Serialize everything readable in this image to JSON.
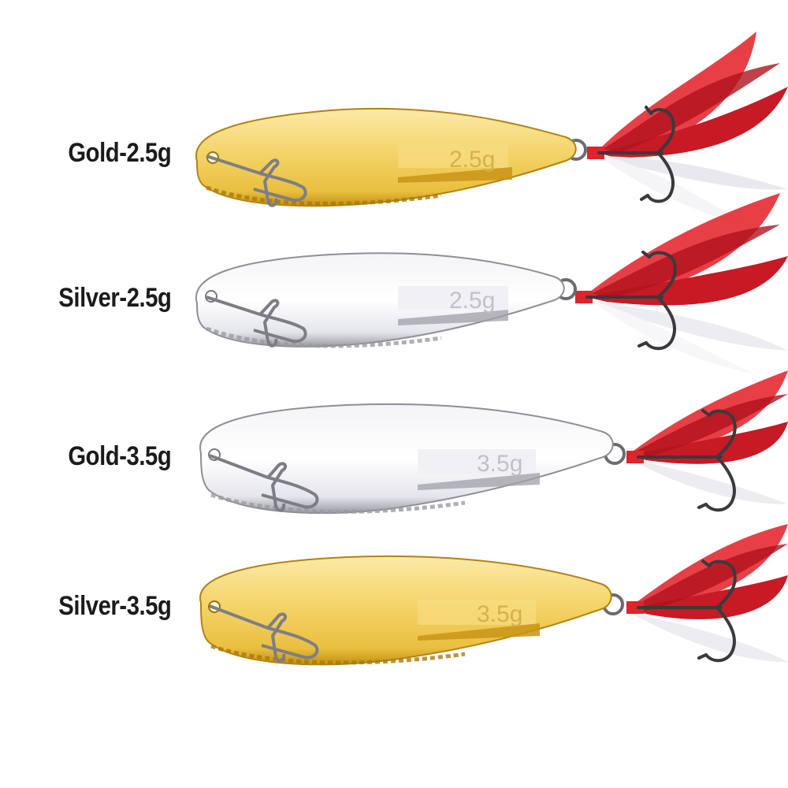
{
  "lures": [
    {
      "label": "Gold-2.5g",
      "weight": "2.5g",
      "finish": "gold"
    },
    {
      "label": "Silver-2.5g",
      "weight": "2.5g",
      "finish": "silver"
    },
    {
      "label": "Gold-3.5g",
      "weight": "3.5g",
      "finish": "silver"
    },
    {
      "label": "Silver-3.5g",
      "weight": "3.5g",
      "finish": "gold"
    }
  ],
  "colors": {
    "gold_light": "#fbe9a6",
    "gold_mid": "#f2cf5c",
    "gold_dark": "#c99418",
    "silver_light": "#ffffff",
    "silver_mid": "#e6e7ee",
    "silver_dark": "#8e8f96",
    "feather_red": "#d41f2a",
    "feather_white": "#f2f2f4",
    "hook": "#3a3a3e"
  }
}
